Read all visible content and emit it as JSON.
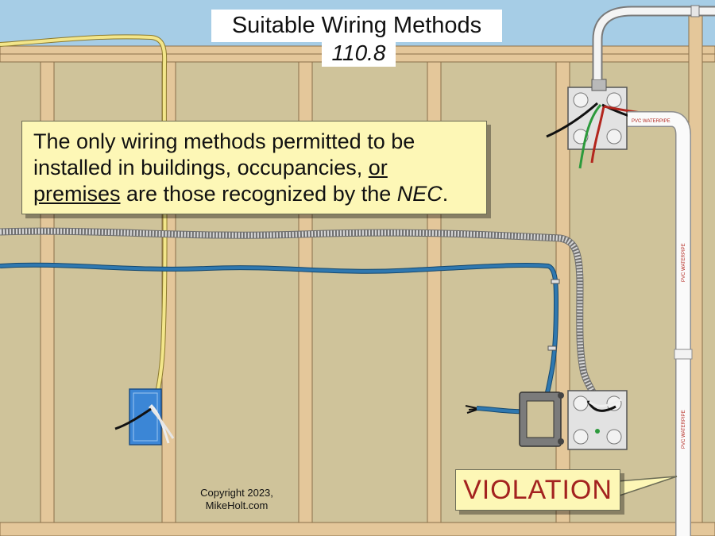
{
  "title": "Suitable Wiring Methods",
  "section": "110.8",
  "callout": {
    "part1": "The only wiring methods permitted to be installed in buildings, occupancies, ",
    "underlined1": "or",
    "underlined2": "premises",
    "part2": " are those recognized by the ",
    "nec": "NEC",
    "end": "."
  },
  "violation_label": "VIOLATION",
  "copyright": {
    "line1": "Copyright 2023,",
    "line2": "MikeHolt.com"
  },
  "pipe_label": "PVC WATERPIPE",
  "colors": {
    "sky": "#a6cde6",
    "wall": "#cfc39a",
    "stud": "#e4c79a",
    "stud_edge": "#8a6f49",
    "yellow_cable": "#f3e68a",
    "blue_cable": "#2f78b0",
    "box_blue": "#3b86d6",
    "callout_bg": "#fdf7b6",
    "violation_text": "#a3221f"
  }
}
